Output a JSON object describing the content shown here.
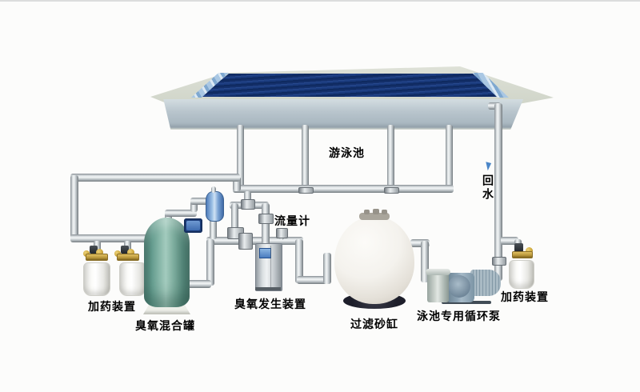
{
  "diagram": {
    "labels": {
      "pool": "游泳池",
      "return_water": "回水",
      "dosing_left": "加药装置",
      "ozone_mixing_tank": "臭氧混合罐",
      "ozone_generator": "臭氧发生装置",
      "flow_meter": "流量计",
      "sand_filter": "过滤砂缸",
      "circulation_pump": "泳池专用循环泵",
      "dosing_right": "加药装置"
    },
    "colors": {
      "pool_water": "#1d3c7e",
      "pool_gutter": "#9cc0e0",
      "deck": "#d5d9cd",
      "pipe": "#c3c8cb",
      "mixing_tank": "#6fa496",
      "filter_tank": "#f3f1ec",
      "pump_body": "#8099ab",
      "dosing_valve_brass": "#cfa93c",
      "return_arrow": "#4a86c8",
      "label_text": "#000000"
    }
  }
}
